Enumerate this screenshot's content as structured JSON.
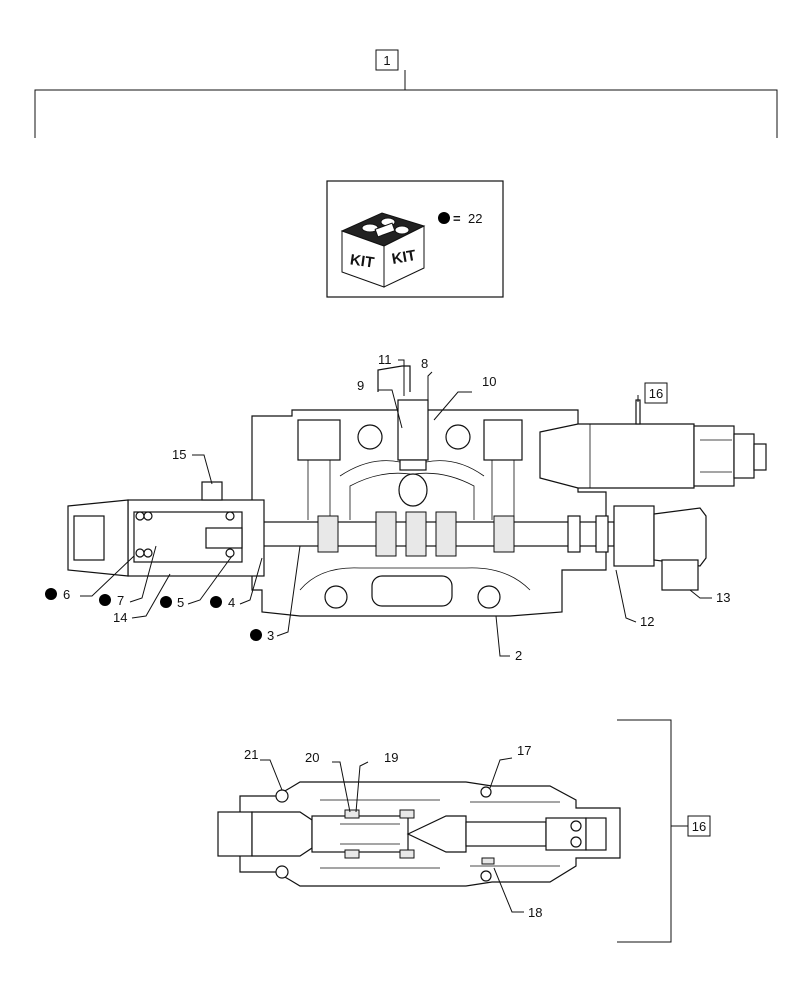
{
  "assembly_label": "1",
  "kit": {
    "tag_left": "KIT",
    "tag_right": "KIT",
    "equals": "=",
    "kit_number": "22"
  },
  "callouts": {
    "c2": "2",
    "c3": "3",
    "c4": "4",
    "c5": "5",
    "c6": "6",
    "c7": "7",
    "c8": "8",
    "c9": "9",
    "c10": "10",
    "c11": "11",
    "c12": "12",
    "c13": "13",
    "c14": "14",
    "c15": "15",
    "c16": "16",
    "c17": "17",
    "c18": "18",
    "c19": "19",
    "c20": "20",
    "c21": "21"
  },
  "detail_box_label_top": "16",
  "detail_box_label_bottom": "16"
}
